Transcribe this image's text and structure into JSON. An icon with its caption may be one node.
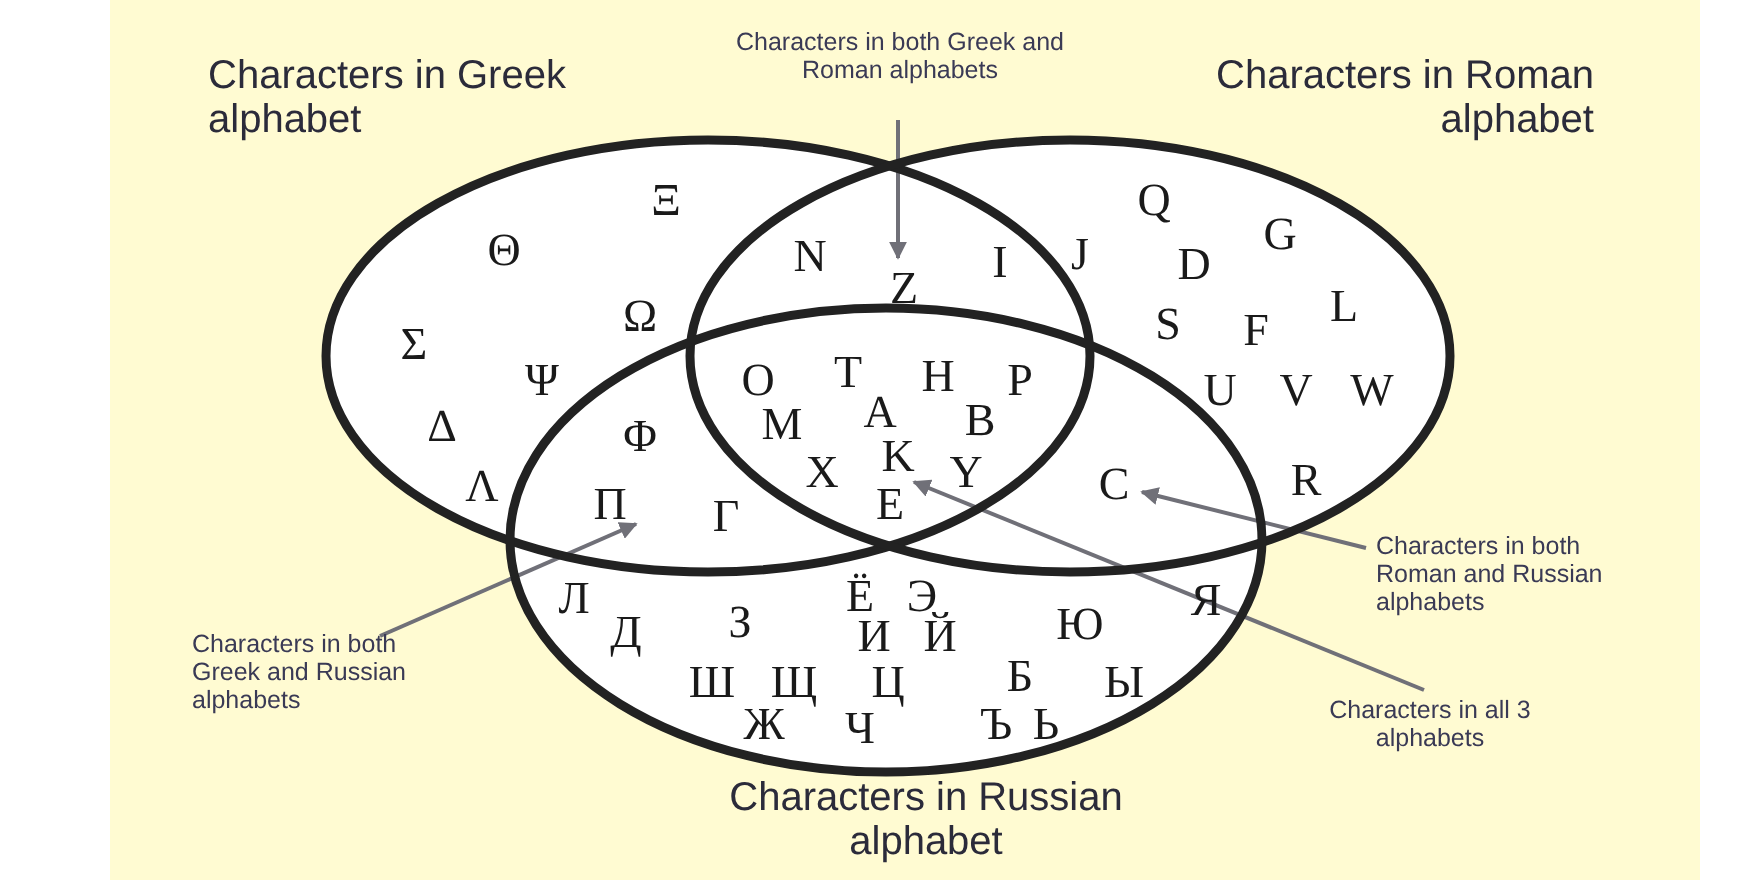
{
  "diagram": {
    "nodes": [
      {
        "text": [
          "Characters in Greek alphabet"
        ]
      },
      {
        "text": [
          "Characters in Roman alphabet"
        ]
      },
      {
        "text": [
          "Characters in Russian alphabet"
        ]
      },
      {
        "text": [
          "Characters in both Greek and Roman alphabets"
        ]
      },
      {
        "text": [
          "Characters in both Greek and Russian alphabets"
        ]
      },
      {
        "text": [
          "Characters in both Roman and Russian alphabets"
        ]
      },
      {
        "text": [
          "Characters in all 3 alphabets"
        ]
      },
      {
        "text": [
          "Z"
        ]
      },
      {
        "text": [
          "Π"
        ]
      },
      {
        "text": [
          "C"
        ]
      },
      {
        "text": [
          "E"
        ]
      }
    ],
    "edges": [
      {
        "from": 3,
        "to": 7,
        "arrow": "to"
      },
      {
        "from": 4,
        "to": 8,
        "arrow": "to"
      },
      {
        "from": 5,
        "to": 9,
        "arrow": "to"
      },
      {
        "from": 6,
        "to": 10,
        "arrow": "to"
      }
    ],
    "labels": [
      "Ξ",
      "Q",
      "G",
      "Θ",
      "N",
      "I",
      "J",
      "D",
      "L",
      "S",
      "F",
      "Σ",
      "Ω",
      "Ψ",
      "O",
      "T",
      "H",
      "P",
      "U",
      "V",
      "W",
      "Δ",
      "Φ",
      "M",
      "A",
      "B",
      "K",
      "X",
      "Y",
      "Λ",
      "Γ",
      "R",
      "Л",
      "Ё",
      "Э",
      "Я",
      "Д",
      "З",
      "И",
      "Й",
      "Ю",
      "Ш",
      "Щ",
      "Ц",
      "Б",
      "Ы",
      "Ж",
      "Ч",
      "Ъ",
      "Ь"
    ]
  }
}
